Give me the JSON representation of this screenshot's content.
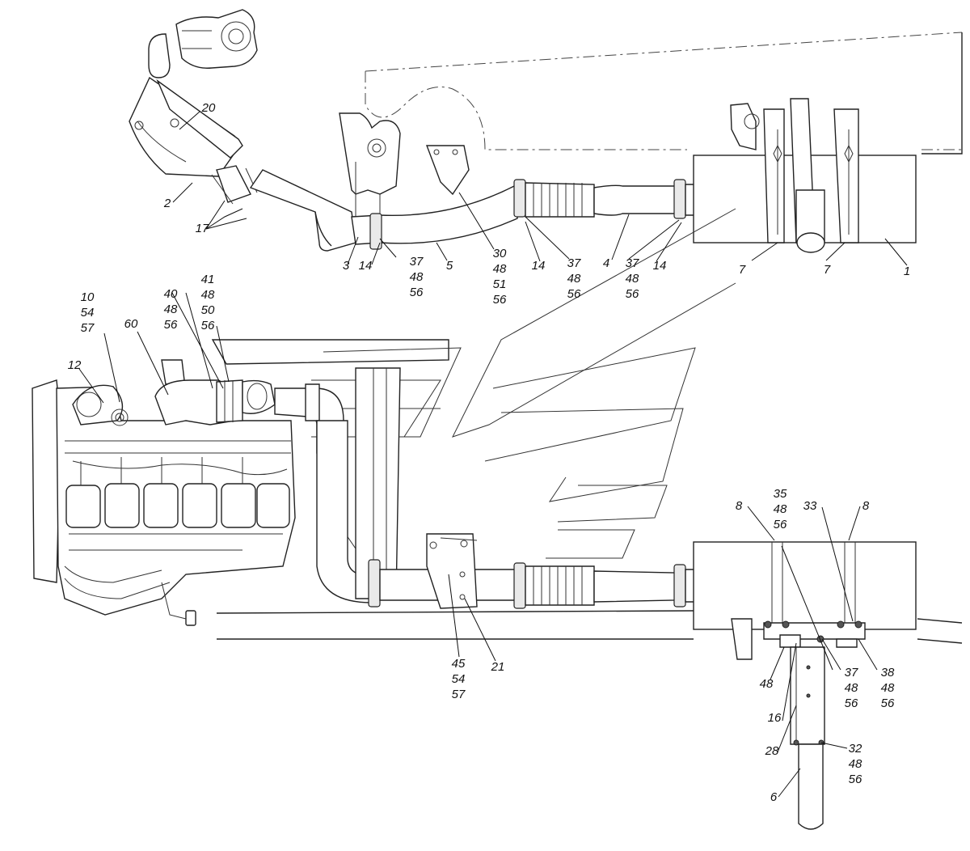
{
  "callouts": [
    {
      "id": "c20",
      "lines": [
        "20"
      ]
    },
    {
      "id": "c2",
      "lines": [
        "2"
      ]
    },
    {
      "id": "c17",
      "lines": [
        "17"
      ]
    },
    {
      "id": "c3",
      "lines": [
        "3"
      ]
    },
    {
      "id": "c14a",
      "lines": [
        "14"
      ]
    },
    {
      "id": "c37a",
      "lines": [
        "37",
        "48",
        "56"
      ]
    },
    {
      "id": "c5",
      "lines": [
        "5"
      ]
    },
    {
      "id": "c30",
      "lines": [
        "30",
        "48",
        "51",
        "56"
      ]
    },
    {
      "id": "c14b",
      "lines": [
        "14"
      ]
    },
    {
      "id": "c37b",
      "lines": [
        "37",
        "48",
        "56"
      ]
    },
    {
      "id": "c4",
      "lines": [
        "4"
      ]
    },
    {
      "id": "c37c",
      "lines": [
        "37",
        "48",
        "56"
      ]
    },
    {
      "id": "c14c",
      "lines": [
        "14"
      ]
    },
    {
      "id": "c7a",
      "lines": [
        "7"
      ]
    },
    {
      "id": "c7b",
      "lines": [
        "7"
      ]
    },
    {
      "id": "c1",
      "lines": [
        "1"
      ]
    },
    {
      "id": "c10",
      "lines": [
        "10",
        "54",
        "57"
      ]
    },
    {
      "id": "c60",
      "lines": [
        "60"
      ]
    },
    {
      "id": "c40",
      "lines": [
        "40",
        "48",
        "56"
      ]
    },
    {
      "id": "c41",
      "lines": [
        "41",
        "48",
        "50",
        "56"
      ]
    },
    {
      "id": "c12",
      "lines": [
        "12"
      ]
    },
    {
      "id": "c8a",
      "lines": [
        "8"
      ]
    },
    {
      "id": "c35",
      "lines": [
        "35",
        "48",
        "56"
      ]
    },
    {
      "id": "c33",
      "lines": [
        "33"
      ]
    },
    {
      "id": "c8b",
      "lines": [
        "8"
      ]
    },
    {
      "id": "c45",
      "lines": [
        "45",
        "54",
        "57"
      ]
    },
    {
      "id": "c21",
      "lines": [
        "21"
      ]
    },
    {
      "id": "c48",
      "lines": [
        "48"
      ]
    },
    {
      "id": "c37d",
      "lines": [
        "37",
        "48",
        "56"
      ]
    },
    {
      "id": "c38",
      "lines": [
        "38",
        "48",
        "56"
      ]
    },
    {
      "id": "c16",
      "lines": [
        "16"
      ]
    },
    {
      "id": "c28",
      "lines": [
        "28"
      ]
    },
    {
      "id": "c32",
      "lines": [
        "32",
        "48",
        "56"
      ]
    },
    {
      "id": "c6",
      "lines": [
        "6"
      ]
    }
  ]
}
